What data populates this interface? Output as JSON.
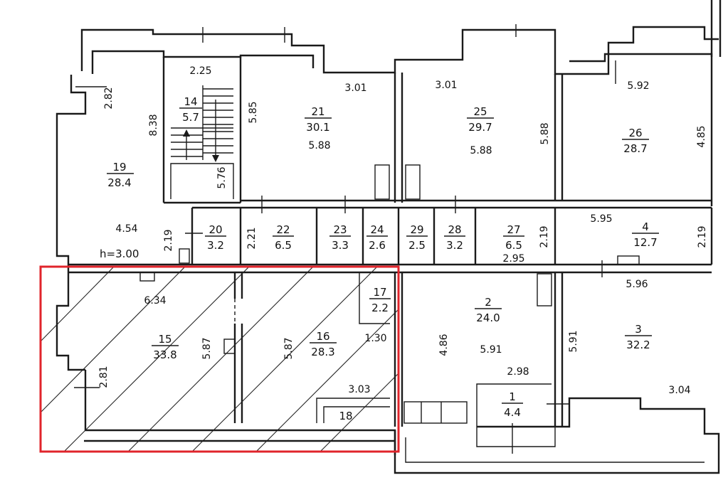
{
  "highlight_color": "#e0242b",
  "rooms": [
    {
      "id": "room-14",
      "num": "14",
      "area": "5.7"
    },
    {
      "id": "room-19",
      "num": "19",
      "area": "28.4"
    },
    {
      "id": "room-21",
      "num": "21",
      "area": "30.1"
    },
    {
      "id": "room-25",
      "num": "25",
      "area": "29.7"
    },
    {
      "id": "room-26",
      "num": "26",
      "area": "28.7"
    },
    {
      "id": "room-20",
      "num": "20",
      "area": "3.2"
    },
    {
      "id": "room-22",
      "num": "22",
      "area": "6.5"
    },
    {
      "id": "room-23",
      "num": "23",
      "area": "3.3"
    },
    {
      "id": "room-24",
      "num": "24",
      "area": "2.6"
    },
    {
      "id": "room-29",
      "num": "29",
      "area": "2.5"
    },
    {
      "id": "room-28",
      "num": "28",
      "area": "3.2"
    },
    {
      "id": "room-27",
      "num": "27",
      "area": "6.5"
    },
    {
      "id": "room-4",
      "num": "4",
      "area": "12.7"
    },
    {
      "id": "room-17",
      "num": "17",
      "area": "2.2"
    },
    {
      "id": "room-15",
      "num": "15",
      "area": "33.8"
    },
    {
      "id": "room-16",
      "num": "16",
      "area": "28.3"
    },
    {
      "id": "room-2",
      "num": "2",
      "area": "24.0"
    },
    {
      "id": "room-3",
      "num": "3",
      "area": "32.2"
    },
    {
      "id": "room-1",
      "num": "1",
      "area": "4.4"
    }
  ],
  "room_18": "18",
  "height_note": "h=3.00",
  "dimensions": {
    "d_2_82": "2.82",
    "d_8_38": "8.38",
    "d_2_25": "2.25",
    "d_5_85": "5.85",
    "d_3_01a": "3.01",
    "d_3_01b": "3.01",
    "d_5_88a": "5.88",
    "d_5_88b": "5.88",
    "d_5_88c": "5.88",
    "d_5_92": "5.92",
    "d_4_85": "4.85",
    "d_5_76": "5.76",
    "d_4_54": "4.54",
    "d_2_19a": "2.19",
    "d_2_21": "2.21",
    "d_2_19b": "2.19",
    "d_2_95": "2.95",
    "d_5_95": "5.95",
    "d_2_19c": "2.19",
    "d_6_34": "6.34",
    "d_5_87a": "5.87",
    "d_5_87b": "5.87",
    "d_1_30": "1.30",
    "d_2_81": "2.81",
    "d_3_03": "3.03",
    "d_4_86": "4.86",
    "d_5_91a": "5.91",
    "d_2_98": "2.98",
    "d_5_96": "5.96",
    "d_5_91b": "5.91",
    "d_3_04": "3.04"
  }
}
